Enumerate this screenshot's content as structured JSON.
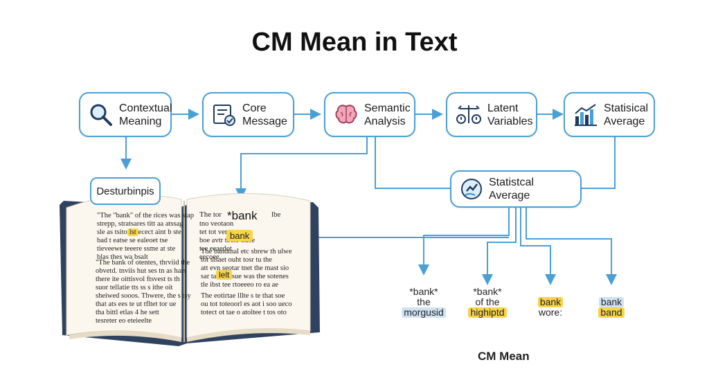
{
  "title": "CM Mean in Text",
  "nodes": {
    "contextual_meaning": {
      "line1": "Contextual",
      "line2": "Meaning",
      "icon": "magnifier-icon"
    },
    "core_message": {
      "line1": "Core",
      "line2": "Message",
      "icon": "checklist-icon"
    },
    "semantic_analysis": {
      "line1": "Semantic",
      "line2": "Analysis",
      "icon": "brain-icon"
    },
    "latent_variables": {
      "line1": "Latent",
      "line2": "Variables",
      "icon": "scale-icon"
    },
    "statistical_average_top": {
      "line1": "Statisical",
      "line2": "Average",
      "icon": "bar-chart-icon"
    },
    "statistical_average_mid": {
      "label": "Statistcal Average",
      "icon": "hand-chart-icon"
    }
  },
  "book": {
    "label": "Desturbinpis",
    "left_page": {
      "para1": [
        "\"The \"bank\" of the rices was stap",
        "strepp, stratsares titt aa atssag",
        "sle as tsito",
        "ecect aint b ste",
        "bad t eatse",
        "se ealeoet tse",
        "tieveewe",
        "teeere ssme at ste",
        "blas thes wa b",
        "salt"
      ],
      "highlight1": "lst",
      "para2": [
        "\"The bank of otentes, thrviid the",
        "obvetd. tnviis hut ses tn as hars",
        "there ite oittisvol ftsvest ts th",
        "suor tellatie tts ss s",
        "ithe oit",
        "sheiwed sooos. Thwere, the s tsy",
        "that ats ees te ut tfltet tor ue",
        "tha bittl etlas 4 he sett",
        "tesreter eo eteieelte"
      ]
    },
    "right_page": {
      "head_small": "The tor",
      "head_word": "*bank",
      "head_right": "lbe",
      "para1": [
        "tno veotaon",
        "tet tot vers sectae",
        "boe avtr tocte tiuee",
        "tee eeaedot",
        "eecoee."
      ],
      "highlight1": "bank",
      "para2": [
        "The bandtnal etc sbrew th ulwe",
        "tot slsaet ouht tosr tu the",
        "att evn seotar tnet the mast sio",
        "sar tahaoe sue was the sotenes",
        "tle ibst tee rtoeeeo ro ea ae"
      ],
      "highlight2": "lelt",
      "para3": [
        "The eotirtae lllte s te that soe",
        "ou tot toteoorl es aot i soo ueco",
        "totect ot tae o atoltee t tos oto"
      ]
    }
  },
  "senses": [
    {
      "line1": "*bank*",
      "line2": "the",
      "tag": "morgusid",
      "tag_color": "#cfe3f3"
    },
    {
      "line1": "*bank*",
      "line2": "of the",
      "tag": "highiptd",
      "tag_color": "#f7d44a"
    },
    {
      "line1": "",
      "line2": "",
      "tag": "bank",
      "tag2": "wore:",
      "tag_color": "#f7d44a"
    },
    {
      "line1": "",
      "line2": "",
      "tag": "bank",
      "tag2": "band",
      "tag_color": "#cfe3f3"
    }
  ],
  "subtitle": "CM Mean",
  "colors": {
    "accent": "#4a9fd5",
    "highlight_yellow": "#f7d44a",
    "highlight_blue": "#cfe3f3",
    "book_cover": "#2f4360"
  }
}
